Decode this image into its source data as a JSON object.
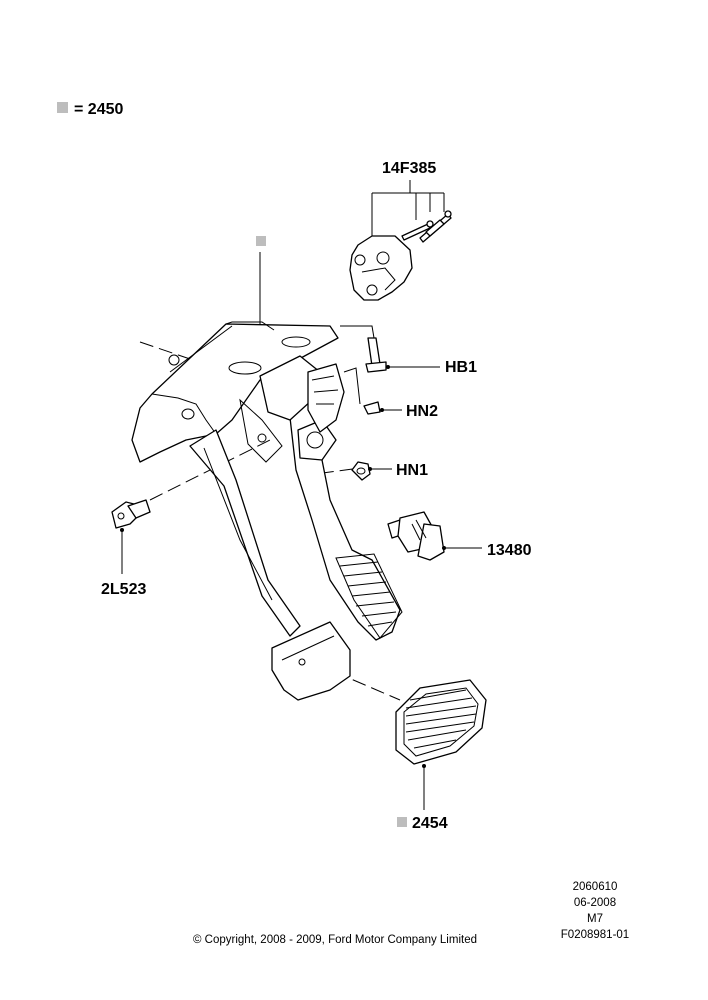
{
  "legend": {
    "equals_text": "= 2450",
    "marker_color": "#b3b3b3"
  },
  "callouts": {
    "bolt_kit": "14F385",
    "bolt": "HB1",
    "clip_nut": "HN2",
    "nut": "HN1",
    "brake_light_switch": "13480",
    "clutch_switch": "2L523",
    "pedal_pad": "2454"
  },
  "meta": {
    "code": "2060610",
    "date": "06-2008",
    "model": "M7",
    "figure_id": "F0208981-01"
  },
  "copyright": "© Copyright, 2008 - 2009, Ford Motor Company Limited"
}
